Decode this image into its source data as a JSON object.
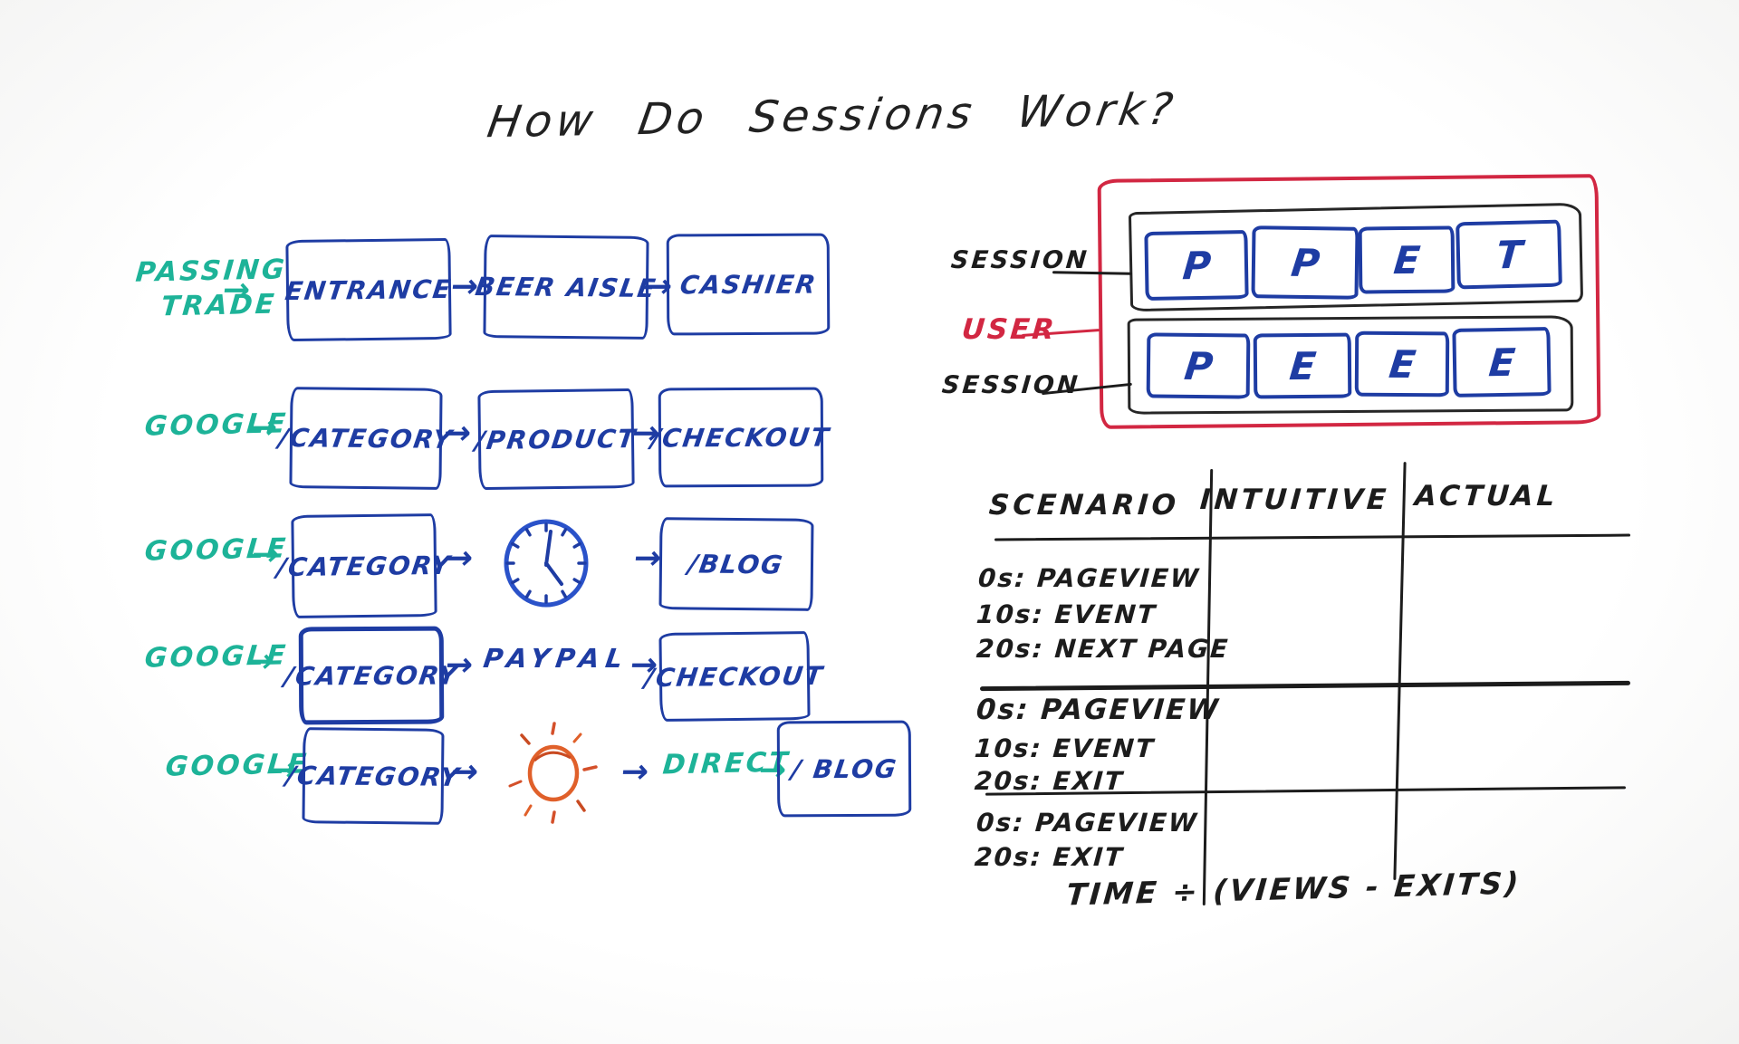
{
  "title": "How Do Sessions Work?",
  "arrow": "→",
  "colors": {
    "marker_blue": "#1e3ca3",
    "marker_teal": "#1db398",
    "marker_red": "#d22742",
    "marker_black": "#1c1c1c",
    "marker_orange": "#e0602a"
  },
  "icons": {
    "clock": "clock-icon",
    "sun": "sun-icon"
  },
  "flows": {
    "row1": {
      "source_line1": "PASSING",
      "source_line2": "TRADE",
      "step1": "ENTRANCE",
      "step2": "BEER AISLE",
      "step3": "CASHIER"
    },
    "row2": {
      "source": "GOOGLE",
      "step1": "/CATEGORY",
      "step2": "/PRODUCT",
      "step3": "/CHECKOUT"
    },
    "row3": {
      "source": "GOOGLE",
      "step1": "/CATEGORY",
      "step3": "/BLOG"
    },
    "row4": {
      "source": "GOOGLE",
      "step1": "/CATEGORY",
      "step2": "PAYPAL",
      "step3": "/CHECKOUT"
    },
    "row5": {
      "source": "GOOGLE",
      "step1": "/CATEGORY",
      "label": "DIRECT",
      "step3": "/ BLOG"
    }
  },
  "session_diagram": {
    "label_session_top": "SESSION",
    "label_user": "USER",
    "label_session_bottom": "SESSION",
    "session1_events": [
      "P",
      "P",
      "E",
      "T"
    ],
    "session2_events": [
      "P",
      "E",
      "E",
      "E"
    ]
  },
  "table": {
    "header_scenario": "SCENARIO",
    "header_intuitive": "INTUITIVE",
    "header_actual": "ACTUAL",
    "row1_line1": "0s: PAGEVIEW",
    "row1_line2": "10s: EVENT",
    "row1_line3": "20s: NEXT  PAGE",
    "row2_line1": "0s: PAGEVIEW",
    "row2_line2": "10s: EVENT",
    "row2_line3": "20s: EXIT",
    "row3_line1": "0s: PAGEVIEW",
    "row3_line2": "20s: EXIT",
    "formula": "TIME ÷ (VIEWS - EXITS)"
  }
}
